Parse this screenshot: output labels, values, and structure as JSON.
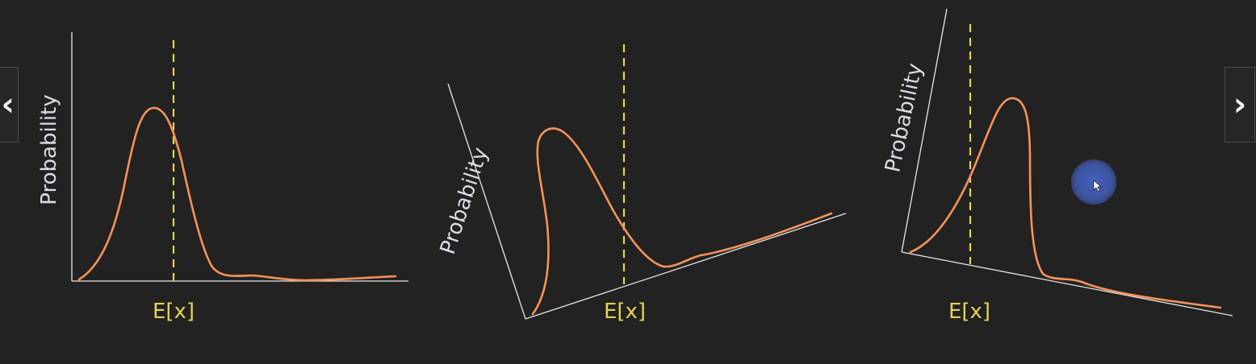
{
  "panels": [
    {
      "ylabel": "Probability",
      "xlabel": "E[x]"
    },
    {
      "ylabel": "Probability",
      "xlabel": "E[x]"
    },
    {
      "ylabel": "Probability",
      "xlabel": "E[x]"
    }
  ],
  "navigation": {
    "prev_icon": "chevron-left-icon",
    "next_icon": "chevron-right-icon",
    "prev_glyph": "‹",
    "next_glyph": "›"
  },
  "cursor": {
    "icon": "mouse-cursor-icon"
  },
  "colors": {
    "background": "#222222",
    "axis": "#e8e8e8",
    "curve": "#f5935a",
    "mean_line": "#e6d352",
    "ylabel": "#d8dde6",
    "xlabel": "#e6d352",
    "cursor_halo": "#4664c8"
  }
}
